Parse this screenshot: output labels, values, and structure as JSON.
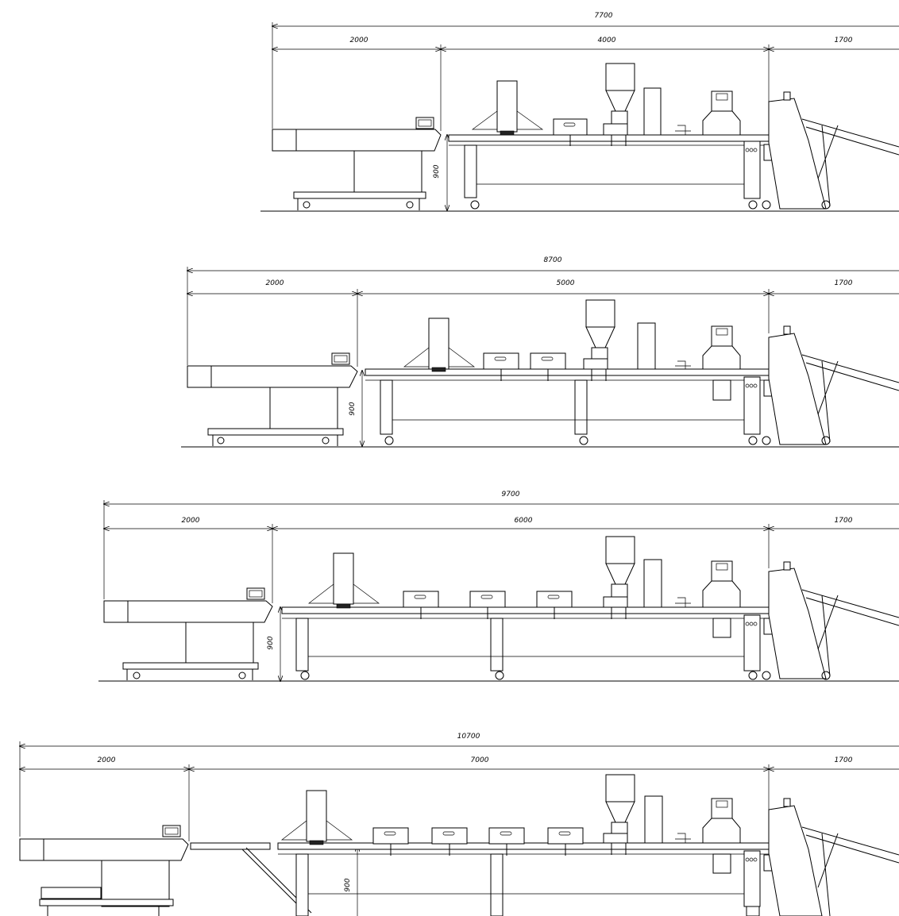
{
  "layouts": [
    {
      "total": "7700",
      "infeed": "2000",
      "line": "4000",
      "outfeed": "1700",
      "height": "900",
      "modules": 1
    },
    {
      "total": "8700",
      "infeed": "2000",
      "line": "5000",
      "outfeed": "1700",
      "height": "900",
      "modules": 2
    },
    {
      "total": "9700",
      "infeed": "2000",
      "line": "6000",
      "outfeed": "1700",
      "height": "900",
      "modules": 3
    },
    {
      "total": "10700",
      "infeed": "2000",
      "line": "7000",
      "outfeed": "1700",
      "height": "900",
      "modules": 4
    }
  ]
}
